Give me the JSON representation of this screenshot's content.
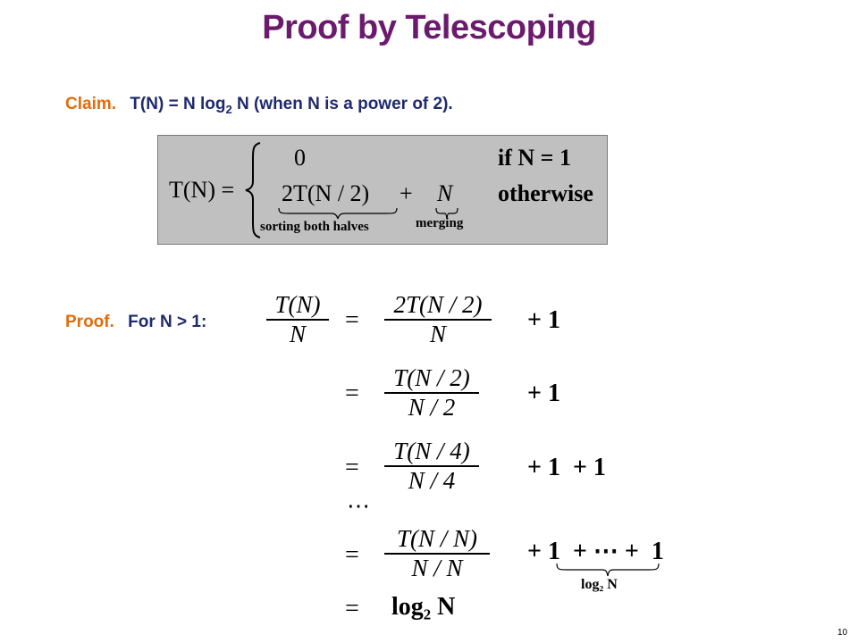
{
  "slide": {
    "title": "Proof by Telescoping",
    "page_number": "10"
  },
  "claim": {
    "label": "Claim.",
    "text_before": "T(N) = N log",
    "subscript": "2",
    "text_after": " N (when N is a power of 2)."
  },
  "recurrence": {
    "lhs": "T(N) =",
    "case1_value": "0",
    "case1_cond": "if  N = 1",
    "case2_value": "2T(N / 2)",
    "plus": "+",
    "case2_term": "N",
    "case2_cond": "otherwise",
    "brace1_label": "sorting both halves",
    "brace2_label": "merging"
  },
  "proof": {
    "label": "Proof.",
    "text": "For N > 1:",
    "lhs_num": "T(N)",
    "lhs_den": "N",
    "eq": "=",
    "rows": [
      {
        "num": "2T(N / 2)",
        "den": "N",
        "tail": "+ 1"
      },
      {
        "num": "T(N / 2)",
        "den": "N / 2",
        "tail": "+ 1"
      },
      {
        "num": "T(N / 4)",
        "den": "N / 4",
        "tail": "+ 1  + 1"
      },
      {
        "num": "T(N / N)",
        "den": "N / N",
        "tail": "+ 1  + ⋯ +  1"
      }
    ],
    "ellipsis": "⋯",
    "brace_label": "log₂ N",
    "final": "log₂ N"
  }
}
